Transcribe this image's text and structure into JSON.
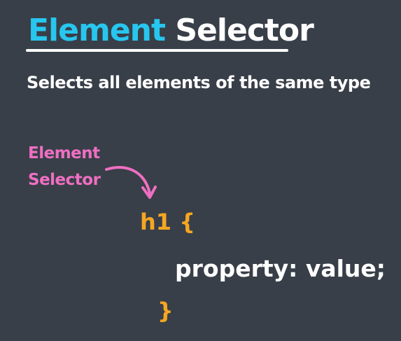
{
  "title": {
    "part1": "Element",
    "part2": "Selector"
  },
  "subtitle": "Selects all elements of the same type",
  "annotation": {
    "line1": "Element",
    "line2": "Selector"
  },
  "code": {
    "selector": "h1 {",
    "declaration": "property:  value;",
    "closing": "}"
  },
  "colors": {
    "background": "#383f48",
    "accent_blue": "#27c6ef",
    "annotation_pink": "#ef6fc2",
    "code_orange": "#f5a623",
    "text_white": "#ffffff"
  },
  "icons": [
    "curved-arrow-icon"
  ]
}
